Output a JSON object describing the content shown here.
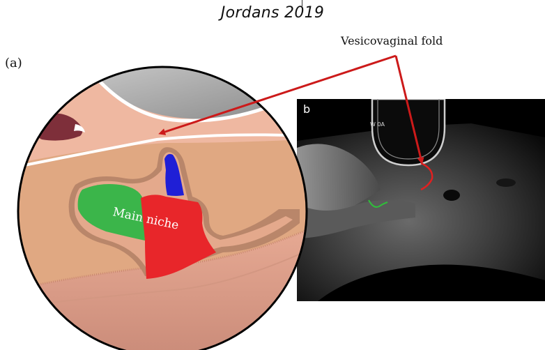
{
  "header": {
    "title": "Jordans 2019"
  },
  "panel_a": {
    "label": "(a)",
    "niche_label": "Main niche"
  },
  "panel_b": {
    "label": "b",
    "probe_text": "W 0A"
  },
  "annotation": {
    "label": "Vesicovaginal fold"
  },
  "colors": {
    "background": "#ffffff",
    "tissue": "#e0a882",
    "niche_green": "#3bb54a",
    "niche_red": "#e8262a",
    "niche_blue": "#1f1fd6",
    "arrow": "#cc1a1a",
    "ultrasound_bg": "#000000"
  }
}
